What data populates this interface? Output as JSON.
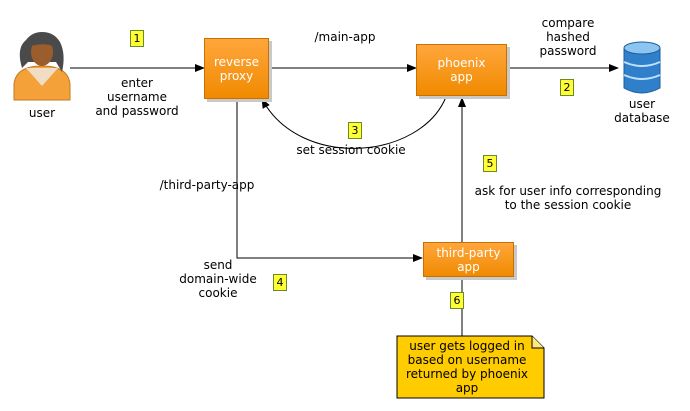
{
  "actors": {
    "user": "user",
    "database": "user\ndatabase"
  },
  "nodes": {
    "reverse_proxy": "reverse\nproxy",
    "phoenix_app": "phoenix\napp",
    "third_party_app": "third-party\napp"
  },
  "labels": {
    "enter_credentials": "enter\nusername\nand password",
    "main_app": "/main-app",
    "compare_password": "compare\nhashed\npassword",
    "set_cookie": "set session cookie",
    "third_party_path": "/third-party-app",
    "ask_user_info": "ask for user info corresponding\nto the session cookie",
    "send_cookie": "send\ndomain-wide\ncookie"
  },
  "steps": [
    "1",
    "2",
    "3",
    "4",
    "5",
    "6"
  ],
  "note": "user gets logged in\nbased on username\nreturned by phoenix\napp",
  "colors": {
    "node_fill": "#f6960e",
    "step_badge": "#ffff33",
    "note_fill": "#ffcc00",
    "database": "#3a8fd8"
  }
}
